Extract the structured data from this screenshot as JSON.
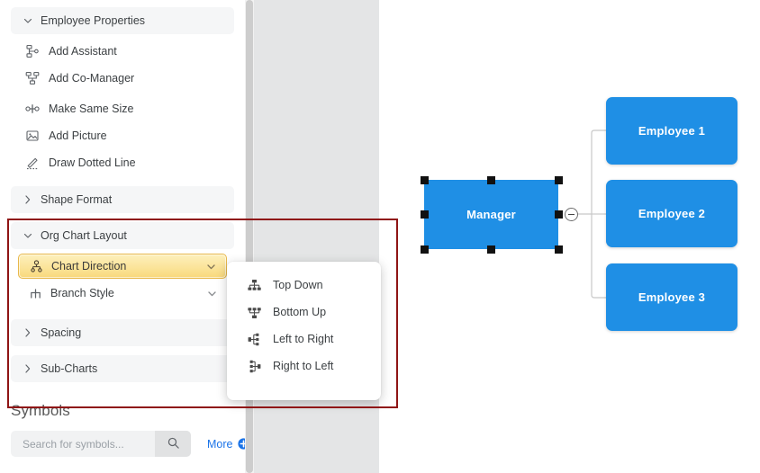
{
  "sidebar": {
    "employee_properties": {
      "label": "Employee Properties",
      "chevron": "chevron-down-icon",
      "items": [
        {
          "label": "Add Assistant",
          "icon": "add-assistant-icon"
        },
        {
          "label": "Add Co-Manager",
          "icon": "add-co-manager-icon"
        },
        {
          "label": "Make Same Size",
          "icon": "make-same-size-icon"
        },
        {
          "label": "Add Picture",
          "icon": "add-picture-icon"
        },
        {
          "label": "Draw Dotted Line",
          "icon": "draw-dotted-line-icon"
        }
      ]
    },
    "shape_format": {
      "label": "Shape Format",
      "chevron": "chevron-right-icon"
    },
    "org_chart_layout": {
      "label": "Org Chart Layout",
      "chevron": "chevron-down-icon",
      "rows": [
        {
          "label": "Chart Direction",
          "icon": "org-chart-icon",
          "chevron": "chevron-down-icon",
          "highlighted": true
        },
        {
          "label": "Branch Style",
          "icon": "branch-style-icon",
          "chevron": "chevron-down-icon",
          "highlighted": false
        }
      ]
    },
    "spacing": {
      "label": "Spacing",
      "chevron": "chevron-right-icon"
    },
    "sub_charts": {
      "label": "Sub-Charts",
      "chevron": "chevron-right-icon"
    }
  },
  "symbols": {
    "title": "Symbols",
    "search_placeholder": "Search for symbols...",
    "search_value": "",
    "search_icon": "search-icon",
    "more_label": "More",
    "more_icon": "plus-circle-icon"
  },
  "dropdown": {
    "items": [
      {
        "label": "Top Down",
        "icon": "top-down-icon"
      },
      {
        "label": "Bottom Up",
        "icon": "bottom-up-icon"
      },
      {
        "label": "Left to Right",
        "icon": "left-to-right-icon"
      },
      {
        "label": "Right to Left",
        "icon": "right-to-left-icon"
      }
    ]
  },
  "chart": {
    "nodes": [
      {
        "label": "Manager",
        "selected": true
      },
      {
        "label": "Employee 1",
        "selected": false
      },
      {
        "label": "Employee 2",
        "selected": false
      },
      {
        "label": "Employee 3",
        "selected": false
      }
    ],
    "collapse_button": "collapse-minus-icon"
  },
  "colors": {
    "node_fill": "#1f8fe5",
    "highlight_border": "#e8b84b",
    "annotation": "#8f1515",
    "link_blue": "#1a73e8",
    "gutter_gray": "#e4e5e6"
  }
}
